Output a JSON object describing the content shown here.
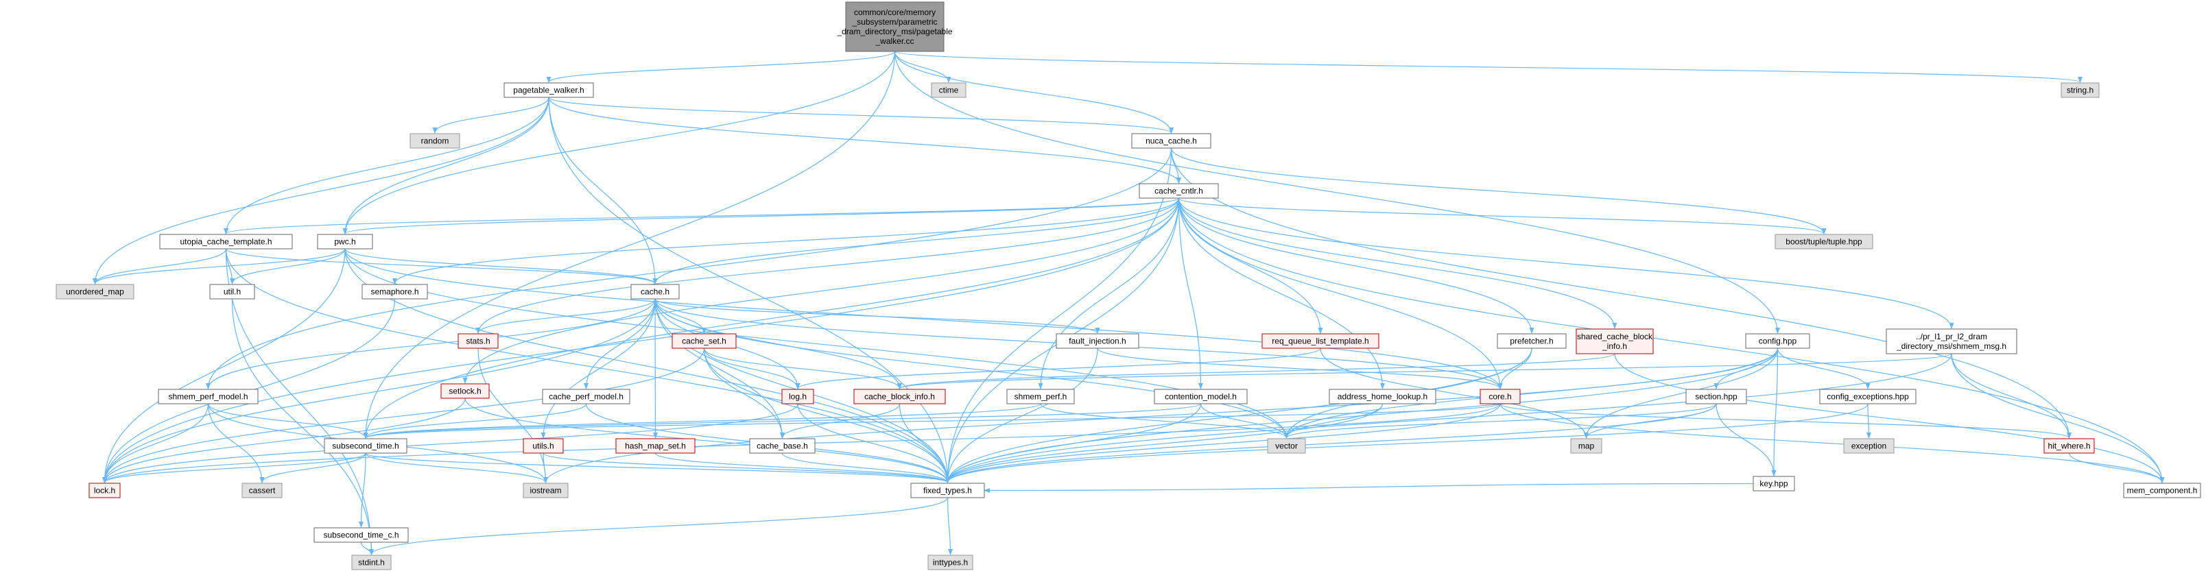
{
  "diagram": {
    "type": "include-dependency-graph",
    "colors": {
      "edge": "#63b8ff",
      "node_border": "#666666",
      "external_fill": "#e0e0e0",
      "missing_border": "#b40000",
      "root_fill": "#999999"
    },
    "nodes": [
      {
        "id": "root",
        "kind": "root",
        "lines": [
          "common/core/memory",
          "_subsystem/parametric",
          "_dram_directory_msi/pagetable",
          "_walker.cc"
        ]
      },
      {
        "id": "ctime",
        "kind": "gray",
        "lines": [
          "ctime"
        ]
      },
      {
        "id": "string_h",
        "kind": "gray",
        "lines": [
          "string.h"
        ]
      },
      {
        "id": "pagetable_walker",
        "kind": "plain",
        "lines": [
          "pagetable_walker.h"
        ]
      },
      {
        "id": "random",
        "kind": "gray",
        "lines": [
          "random"
        ]
      },
      {
        "id": "nuca_cache",
        "kind": "plain",
        "lines": [
          "nuca_cache.h"
        ]
      },
      {
        "id": "cache_cntlr",
        "kind": "plain",
        "lines": [
          "cache_cntlr.h"
        ]
      },
      {
        "id": "utopia",
        "kind": "plain",
        "lines": [
          "utopia_cache_template.h"
        ]
      },
      {
        "id": "pwc",
        "kind": "plain",
        "lines": [
          "pwc.h"
        ]
      },
      {
        "id": "boost_tuple",
        "kind": "gray",
        "lines": [
          "boost/tuple/tuple.hpp"
        ]
      },
      {
        "id": "unordered_map",
        "kind": "gray",
        "lines": [
          "unordered_map"
        ]
      },
      {
        "id": "util_h",
        "kind": "plain",
        "lines": [
          "util.h"
        ]
      },
      {
        "id": "semaphore",
        "kind": "plain",
        "lines": [
          "semaphore.h"
        ]
      },
      {
        "id": "cache_h",
        "kind": "plain",
        "lines": [
          "cache.h"
        ]
      },
      {
        "id": "stats",
        "kind": "red",
        "lines": [
          "stats.h"
        ]
      },
      {
        "id": "cache_set",
        "kind": "red",
        "lines": [
          "cache_set.h"
        ]
      },
      {
        "id": "fault_injection",
        "kind": "plain",
        "lines": [
          "fault_injection.h"
        ]
      },
      {
        "id": "req_queue",
        "kind": "red",
        "lines": [
          "req_queue_list_template.h"
        ]
      },
      {
        "id": "prefetcher",
        "kind": "plain",
        "lines": [
          "prefetcher.h"
        ]
      },
      {
        "id": "shared_cache_block",
        "kind": "red",
        "lines": [
          "shared_cache_block",
          "_info.h"
        ]
      },
      {
        "id": "config_hpp",
        "kind": "plain",
        "lines": [
          "config.hpp"
        ]
      },
      {
        "id": "shmem_msg",
        "kind": "plain",
        "lines": [
          "../pr_l1_pr_l2_dram",
          "_directory_msi/shmem_msg.h"
        ]
      },
      {
        "id": "setlock",
        "kind": "red",
        "lines": [
          "setlock.h"
        ]
      },
      {
        "id": "shmem_perf_model",
        "kind": "plain",
        "lines": [
          "shmem_perf_model.h"
        ]
      },
      {
        "id": "cache_perf_model",
        "kind": "plain",
        "lines": [
          "cache_perf_model.h"
        ]
      },
      {
        "id": "log_h",
        "kind": "red",
        "lines": [
          "log.h"
        ]
      },
      {
        "id": "cache_block_info",
        "kind": "red",
        "lines": [
          "cache_block_info.h"
        ]
      },
      {
        "id": "shmem_perf",
        "kind": "plain",
        "lines": [
          "shmem_perf.h"
        ]
      },
      {
        "id": "contention_model",
        "kind": "plain",
        "lines": [
          "contention_model.h"
        ]
      },
      {
        "id": "address_home_lookup",
        "kind": "plain",
        "lines": [
          "address_home_lookup.h"
        ]
      },
      {
        "id": "core_h",
        "kind": "red",
        "lines": [
          "core.h"
        ]
      },
      {
        "id": "section_hpp",
        "kind": "plain",
        "lines": [
          "section.hpp"
        ]
      },
      {
        "id": "config_exceptions",
        "kind": "plain",
        "lines": [
          "config_exceptions.hpp"
        ]
      },
      {
        "id": "subsecond_time",
        "kind": "plain",
        "lines": [
          "subsecond_time.h"
        ]
      },
      {
        "id": "vector",
        "kind": "gray",
        "lines": [
          "vector"
        ]
      },
      {
        "id": "map",
        "kind": "gray",
        "lines": [
          "map"
        ]
      },
      {
        "id": "exception",
        "kind": "gray",
        "lines": [
          "exception"
        ]
      },
      {
        "id": "utils_h",
        "kind": "red",
        "lines": [
          "utils.h"
        ]
      },
      {
        "id": "hash_map_set",
        "kind": "red",
        "lines": [
          "hash_map_set.h"
        ]
      },
      {
        "id": "cache_base",
        "kind": "plain",
        "lines": [
          "cache_base.h"
        ]
      },
      {
        "id": "hit_where",
        "kind": "red",
        "lines": [
          "hit_where.h"
        ]
      },
      {
        "id": "key_hpp",
        "kind": "plain",
        "lines": [
          "key.hpp"
        ]
      },
      {
        "id": "lock_h",
        "kind": "red",
        "lines": [
          "lock.h"
        ]
      },
      {
        "id": "cassert",
        "kind": "gray",
        "lines": [
          "cassert"
        ]
      },
      {
        "id": "iostream",
        "kind": "gray",
        "lines": [
          "iostream"
        ]
      },
      {
        "id": "fixed_types",
        "kind": "plain",
        "lines": [
          "fixed_types.h"
        ]
      },
      {
        "id": "mem_component",
        "kind": "plain",
        "lines": [
          "mem_component.h"
        ]
      },
      {
        "id": "subsecond_time_c",
        "kind": "plain",
        "lines": [
          "subsecond_time_c.h"
        ]
      },
      {
        "id": "stdint",
        "kind": "gray",
        "lines": [
          "stdint.h"
        ]
      },
      {
        "id": "inttypes",
        "kind": "gray",
        "lines": [
          "inttypes.h"
        ]
      }
    ],
    "edges": [
      [
        "root",
        "ctime"
      ],
      [
        "root",
        "string_h"
      ],
      [
        "root",
        "pagetable_walker"
      ],
      [
        "root",
        "nuca_cache"
      ],
      [
        "root",
        "pwc"
      ],
      [
        "root",
        "subsecond_time"
      ],
      [
        "root",
        "config_hpp"
      ],
      [
        "pagetable_walker",
        "random"
      ],
      [
        "pagetable_walker",
        "nuca_cache"
      ],
      [
        "pagetable_walker",
        "cache_cntlr"
      ],
      [
        "pagetable_walker",
        "utopia"
      ],
      [
        "pagetable_walker",
        "pwc"
      ],
      [
        "pagetable_walker",
        "unordered_map"
      ],
      [
        "pagetable_walker",
        "cache_h"
      ],
      [
        "pagetable_walker",
        "fixed_types"
      ],
      [
        "nuca_cache",
        "cache_cntlr"
      ],
      [
        "nuca_cache",
        "boost_tuple"
      ],
      [
        "nuca_cache",
        "hit_where"
      ],
      [
        "nuca_cache",
        "shmem_perf_model"
      ],
      [
        "nuca_cache",
        "fixed_types"
      ],
      [
        "cache_cntlr",
        "utopia"
      ],
      [
        "cache_cntlr",
        "pwc"
      ],
      [
        "cache_cntlr",
        "boost_tuple"
      ],
      [
        "cache_cntlr",
        "semaphore"
      ],
      [
        "cache_cntlr",
        "cache_h"
      ],
      [
        "cache_cntlr",
        "stats"
      ],
      [
        "cache_cntlr",
        "req_queue"
      ],
      [
        "cache_cntlr",
        "prefetcher"
      ],
      [
        "cache_cntlr",
        "shared_cache_block"
      ],
      [
        "cache_cntlr",
        "shmem_msg"
      ],
      [
        "cache_cntlr",
        "setlock"
      ],
      [
        "cache_cntlr",
        "shmem_perf"
      ],
      [
        "cache_cntlr",
        "contention_model"
      ],
      [
        "cache_cntlr",
        "address_home_lookup"
      ],
      [
        "cache_cntlr",
        "core_h"
      ],
      [
        "cache_cntlr",
        "subsecond_time"
      ],
      [
        "cache_cntlr",
        "fixed_types"
      ],
      [
        "cache_cntlr",
        "mem_component"
      ],
      [
        "cache_cntlr",
        "lock_h"
      ],
      [
        "utopia",
        "unordered_map"
      ],
      [
        "utopia",
        "util_h"
      ],
      [
        "utopia",
        "cache_h"
      ],
      [
        "utopia",
        "fixed_types"
      ],
      [
        "utopia",
        "stdint"
      ],
      [
        "pwc",
        "unordered_map"
      ],
      [
        "pwc",
        "util_h"
      ],
      [
        "pwc",
        "cache_h"
      ],
      [
        "pwc",
        "lock_h"
      ],
      [
        "pwc",
        "fixed_types"
      ],
      [
        "pwc",
        "vector"
      ],
      [
        "pwc",
        "core_h"
      ],
      [
        "util_h",
        "stdint"
      ],
      [
        "semaphore",
        "lock_h"
      ],
      [
        "cache_h",
        "stats"
      ],
      [
        "cache_h",
        "cache_set"
      ],
      [
        "cache_h",
        "fault_injection"
      ],
      [
        "cache_h",
        "cache_perf_model"
      ],
      [
        "cache_h",
        "log_h"
      ],
      [
        "cache_h",
        "cache_block_info"
      ],
      [
        "cache_h",
        "utils_h"
      ],
      [
        "cache_h",
        "hash_map_set"
      ],
      [
        "cache_h",
        "cache_base"
      ],
      [
        "cache_h",
        "shmem_perf_model"
      ],
      [
        "cache_h",
        "core_h"
      ],
      [
        "cache_h",
        "vector"
      ],
      [
        "cache_h",
        "lock_h"
      ],
      [
        "cache_h",
        "fixed_types"
      ],
      [
        "stats",
        "iostream"
      ],
      [
        "cache_set",
        "cache_base"
      ],
      [
        "cache_set",
        "cache_block_info"
      ],
      [
        "cache_set",
        "log_h"
      ],
      [
        "cache_set",
        "lock_h"
      ],
      [
        "cache_set",
        "fixed_types"
      ],
      [
        "fault_injection",
        "fixed_types"
      ],
      [
        "fault_injection",
        "core_h"
      ],
      [
        "req_queue",
        "log_h"
      ],
      [
        "req_queue",
        "map"
      ],
      [
        "prefetcher",
        "core_h"
      ],
      [
        "prefetcher",
        "fixed_types"
      ],
      [
        "prefetcher",
        "vector"
      ],
      [
        "shared_cache_block",
        "cache_block_info"
      ],
      [
        "shared_cache_block",
        "mem_component"
      ],
      [
        "config_hpp",
        "section_hpp"
      ],
      [
        "config_hpp",
        "config_exceptions"
      ],
      [
        "config_hpp",
        "key_hpp"
      ],
      [
        "config_hpp",
        "map"
      ],
      [
        "config_hpp",
        "vector"
      ],
      [
        "config_hpp",
        "iostream"
      ],
      [
        "config_hpp",
        "fixed_types"
      ],
      [
        "shmem_msg",
        "hit_where"
      ],
      [
        "shmem_msg",
        "mem_component"
      ],
      [
        "shmem_msg",
        "fixed_types"
      ],
      [
        "shmem_msg",
        "cache_block_info"
      ],
      [
        "setlock",
        "lock_h"
      ],
      [
        "setlock",
        "fixed_types"
      ],
      [
        "shmem_perf_model",
        "subsecond_time"
      ],
      [
        "shmem_perf_model",
        "lock_h"
      ],
      [
        "shmem_perf_model",
        "cassert"
      ],
      [
        "shmem_perf_model",
        "iostream"
      ],
      [
        "cache_perf_model",
        "subsecond_time"
      ],
      [
        "cache_perf_model",
        "fixed_types"
      ],
      [
        "log_h",
        "fixed_types"
      ],
      [
        "log_h",
        "lock_h"
      ],
      [
        "cache_block_info",
        "cache_base"
      ],
      [
        "cache_block_info",
        "fixed_types"
      ],
      [
        "shmem_perf",
        "subsecond_time"
      ],
      [
        "shmem_perf",
        "vector"
      ],
      [
        "contention_model",
        "subsecond_time"
      ],
      [
        "contention_model",
        "vector"
      ],
      [
        "contention_model",
        "fixed_types"
      ],
      [
        "address_home_lookup",
        "fixed_types"
      ],
      [
        "address_home_lookup",
        "vector"
      ],
      [
        "core_h",
        "subsecond_time"
      ],
      [
        "core_h",
        "mem_component"
      ],
      [
        "core_h",
        "fixed_types"
      ],
      [
        "core_h",
        "hit_where"
      ],
      [
        "core_h",
        "lock_h"
      ],
      [
        "section_hpp",
        "map"
      ],
      [
        "section_hpp",
        "key_hpp"
      ],
      [
        "section_hpp",
        "fixed_types"
      ],
      [
        "section_hpp",
        "vector"
      ],
      [
        "config_exceptions",
        "exception"
      ],
      [
        "config_exceptions",
        "fixed_types"
      ],
      [
        "subsecond_time",
        "subsecond_time_c"
      ],
      [
        "subsecond_time",
        "cassert"
      ],
      [
        "subsecond_time",
        "iostream"
      ],
      [
        "subsecond_time",
        "fixed_types"
      ],
      [
        "subsecond_time",
        "lock_h"
      ],
      [
        "utils_h",
        "iostream"
      ],
      [
        "utils_h",
        "fixed_types"
      ],
      [
        "hash_map_set",
        "fixed_types"
      ],
      [
        "cache_base",
        "fixed_types"
      ],
      [
        "hit_where",
        "mem_component"
      ],
      [
        "key_hpp",
        "fixed_types"
      ],
      [
        "subsecond_time_c",
        "stdint"
      ],
      [
        "fixed_types",
        "stdint"
      ],
      [
        "fixed_types",
        "inttypes"
      ]
    ]
  }
}
